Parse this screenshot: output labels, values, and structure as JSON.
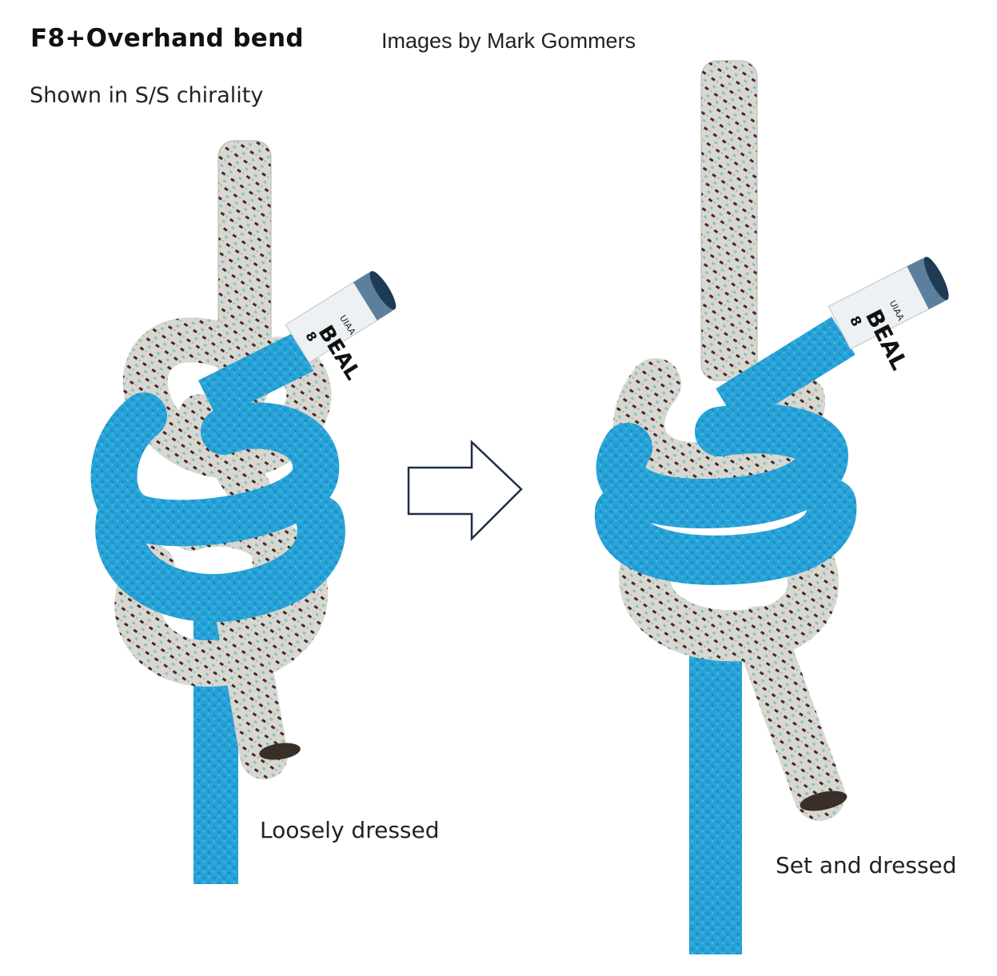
{
  "title": "F8+Overhand bend",
  "credit": "Images by Mark Gommers",
  "subtitle": "Shown in S/S chirality",
  "photos": [
    {
      "caption": "Loosely dressed",
      "tag_brand": "BEAL",
      "tag_marks": "UIAA",
      "tag_size": "8"
    },
    {
      "caption": "Set and dressed",
      "tag_brand": "BEAL",
      "tag_marks": "UIAA",
      "tag_size": "8"
    }
  ],
  "colors": {
    "blue_rope": "#2aa6da",
    "white_rope": "#d8d6cf",
    "fleck_dark": "#3a2e28",
    "fleck_teal": "#7fc7c8",
    "arrow_stroke": "#1f2d45"
  },
  "arrow": {
    "direction": "right",
    "icon": "outline-arrow-right-icon"
  }
}
